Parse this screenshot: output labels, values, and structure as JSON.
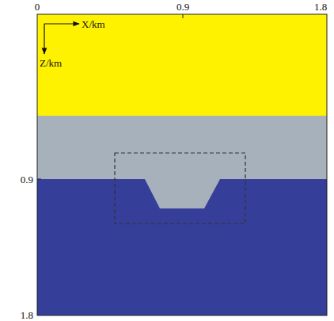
{
  "diagram": {
    "labels": [
      "0",
      "0.9",
      "1.8",
      "X/km",
      "Z/km",
      "0.9",
      "1.8"
    ]
  }
}
